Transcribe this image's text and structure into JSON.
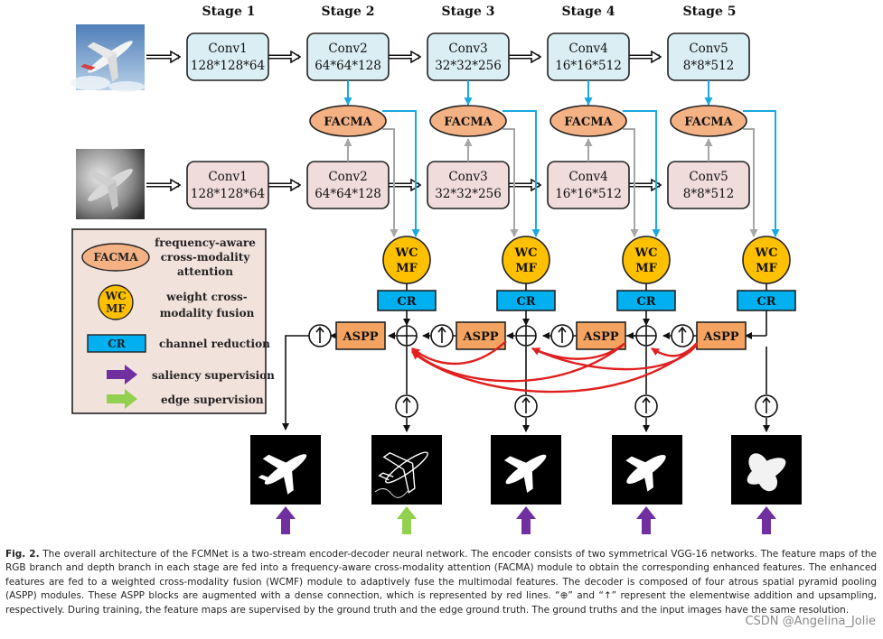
{
  "stages": [
    "Stage 1",
    "Stage 2",
    "Stage 3",
    "Stage 4",
    "Stage 5"
  ],
  "rgb_blocks": [
    {
      "name": "Conv1",
      "size": "128*128*64"
    },
    {
      "name": "Conv2",
      "size": "64*64*128"
    },
    {
      "name": "Conv3",
      "size": "32*32*256"
    },
    {
      "name": "Conv4",
      "size": "16*16*512"
    },
    {
      "name": "Conv5",
      "size": "8*8*512"
    }
  ],
  "depth_blocks": [
    {
      "name": "Conv1",
      "size": "128*128*64"
    },
    {
      "name": "Conv2",
      "size": "64*64*128"
    },
    {
      "name": "Conv3",
      "size": "32*32*256"
    },
    {
      "name": "Conv4",
      "size": "16*16*512"
    },
    {
      "name": "Conv5",
      "size": "8*8*512"
    }
  ],
  "facma_label": "FACMA",
  "wcmf_label": [
    "WC",
    "MF"
  ],
  "cr_label": "CR",
  "aspp_label": "ASPP",
  "legend": {
    "facma_symbol": "FACMA",
    "facma_text": [
      "frequency-aware",
      "cross-modality",
      "attention"
    ],
    "wcmf_symbol": [
      "WC",
      "MF"
    ],
    "wcmf_text": [
      "weight cross-",
      "modality fusion"
    ],
    "cr_symbol": "CR",
    "cr_text": "channel reduction",
    "saliency_text": "saliency supervision",
    "edge_text": "edge supervision"
  },
  "colors": {
    "rgb_block_fill": "#dbeef3",
    "depth_block_fill": "#efdcdb",
    "facma_fill": "#f4b183",
    "wcmf_fill": "#ffc000",
    "cr_fill": "#00b0f0",
    "aspp_fill": "#f4a460",
    "legend_bg": "#f2e2dc",
    "blue_arrow": "#17a9e1",
    "gray_arrow": "#a6a6a6",
    "red_dense": "#e02020",
    "saliency_arrow": "#7030a0",
    "edge_arrow": "#92d050"
  },
  "caption": {
    "label": "Fig. 2.",
    "text": "The overall architecture of the FCMNet is a two-stream encoder-decoder neural network. The encoder consists of two symmetrical VGG-16 networks. The feature maps of the RGB branch and depth branch in each stage are fed into a frequency-aware cross-modality attention (FACMA) module to obtain the corresponding enhanced features. The enhanced features are fed to a weighted cross-modality fusion (WCMF) module to adaptively fuse the multimodal features. The decoder is composed of four atrous spatial pyramid pooling (ASPP) modules. These ASPP blocks are augmented with a dense connection, which is represented by red lines. “⊕” and “↑” represent the elementwise addition and upsampling, respectively. During training, the feature maps are supervised by the ground truth and the edge ground truth. The ground truths and the input images have the same resolution."
  },
  "watermark": "CSDN @Angelina_Jolie"
}
